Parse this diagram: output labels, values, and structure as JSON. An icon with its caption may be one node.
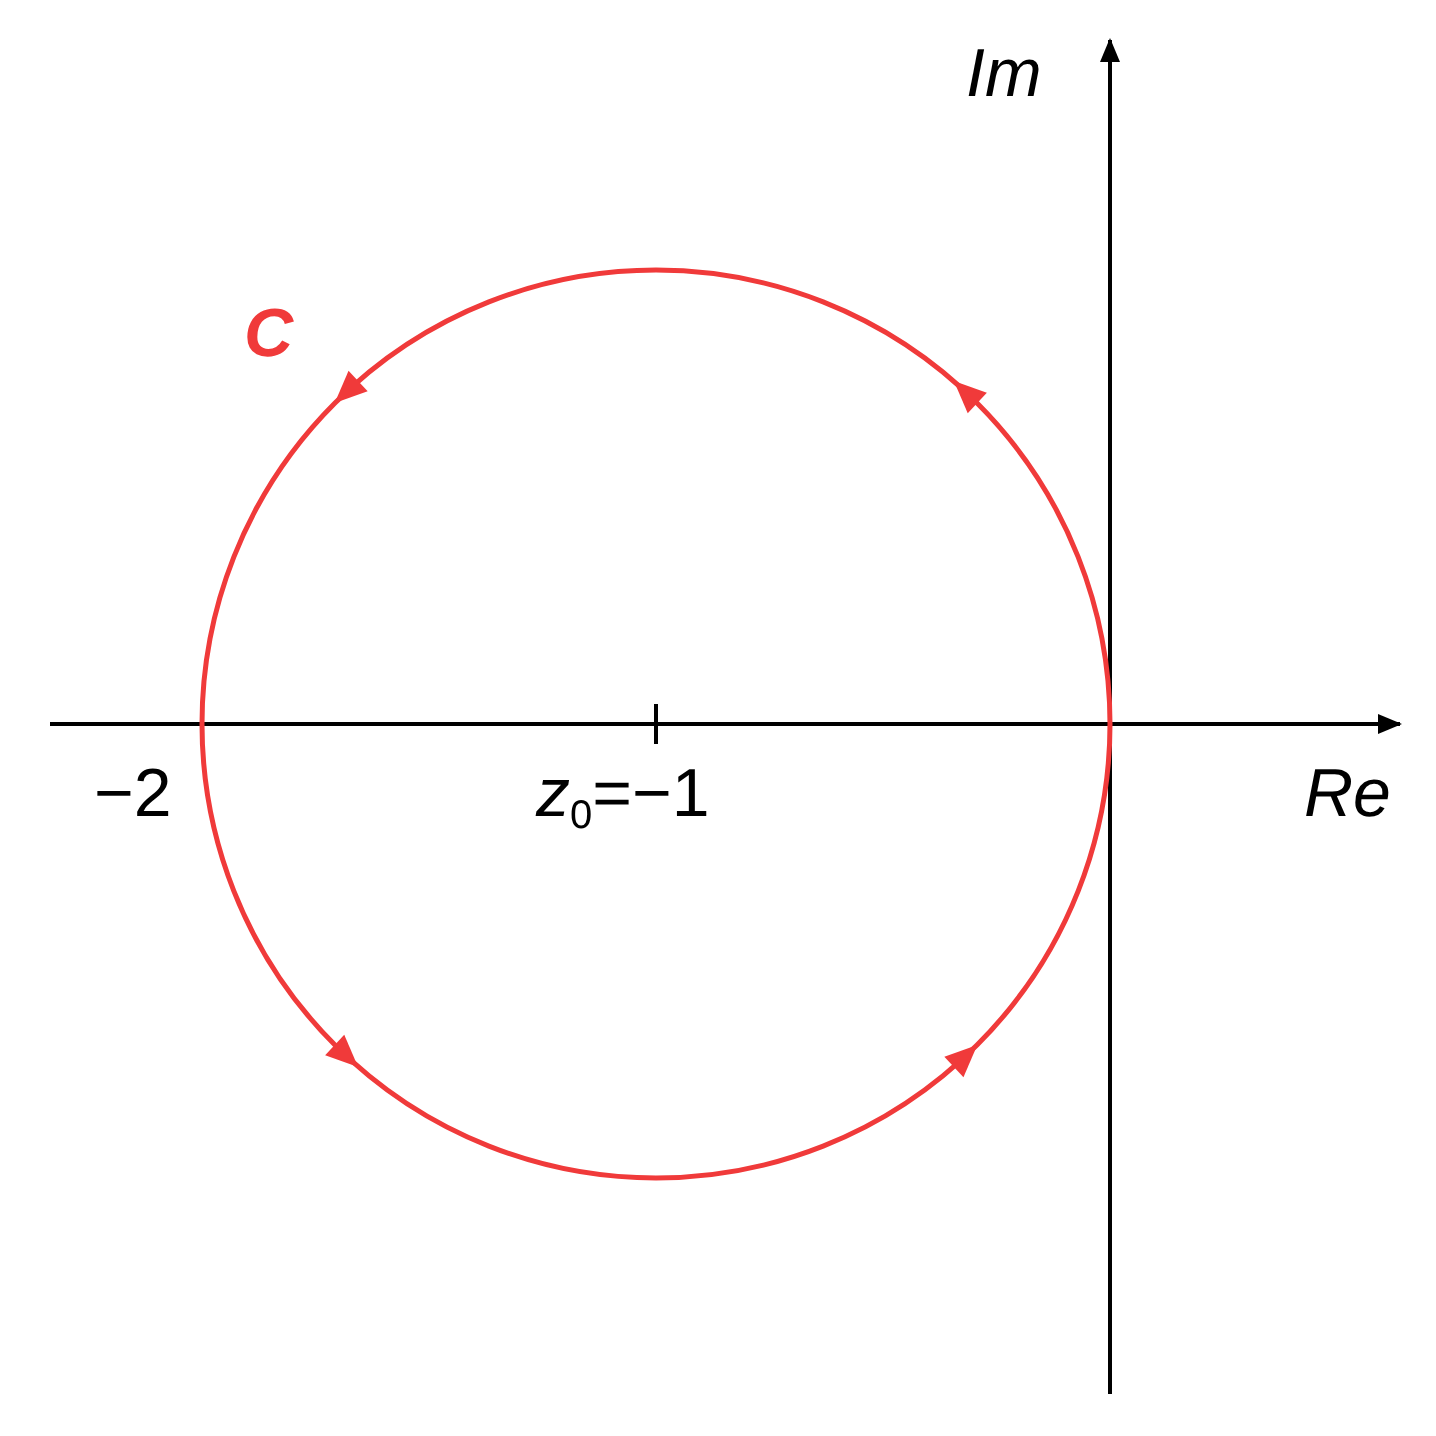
{
  "diagram": {
    "labels": [
      "Im",
      "C",
      "−2",
      "*z*$_{0}$=−1",
      "Re"
    ]
  }
}
